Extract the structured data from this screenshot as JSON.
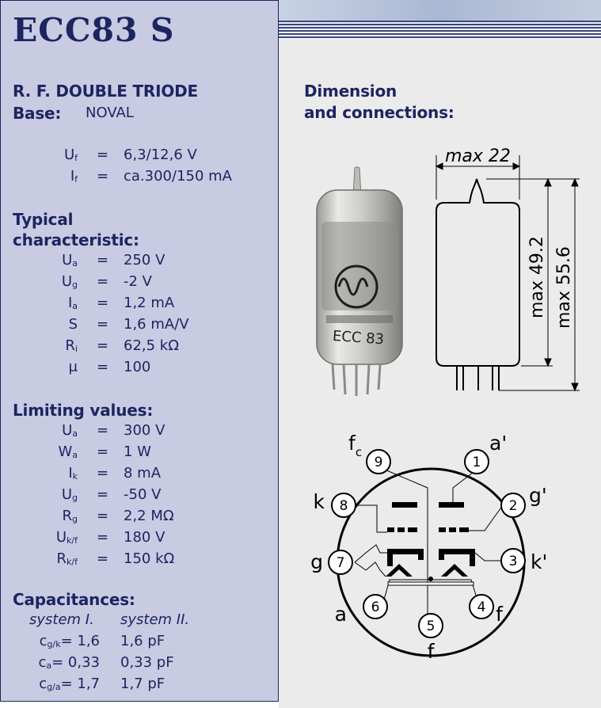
{
  "title": "ECC83 S",
  "subtitle": "R. F. DOUBLE TRIODE",
  "base": {
    "label": "Base:",
    "value": "NOVAL"
  },
  "heater": [
    {
      "sym": "U",
      "sub": "f",
      "eq": "=",
      "value": "6,3/12,6 V"
    },
    {
      "sym": "I",
      "sub": "f",
      "eq": "=",
      "value": "ca.300/150 mA"
    }
  ],
  "typical": {
    "heading_line1": "Typical",
    "heading_line2": "characteristic:",
    "rows": [
      {
        "sym": "U",
        "sub": "a",
        "eq": "=",
        "value": "250 V"
      },
      {
        "sym": "U",
        "sub": "g",
        "eq": "=",
        "value": "-2 V"
      },
      {
        "sym": "I",
        "sub": "a",
        "eq": "=",
        "value": "1,2 mA"
      },
      {
        "sym": "S",
        "sub": "",
        "eq": "=",
        "value": "1,6 mA/V"
      },
      {
        "sym": "R",
        "sub": "i",
        "eq": "=",
        "value": "62,5 kΩ"
      },
      {
        "sym": "μ",
        "sub": "",
        "eq": "=",
        "value": "100"
      }
    ]
  },
  "limiting": {
    "heading": "Limiting values:",
    "rows": [
      {
        "sym": "U",
        "sub": "a",
        "eq": "=",
        "value": "300 V"
      },
      {
        "sym": "W",
        "sub": "a",
        "eq": "=",
        "value": "1 W"
      },
      {
        "sym": "I",
        "sub": "k",
        "eq": "=",
        "value": "8 mA"
      },
      {
        "sym": "U",
        "sub": "g",
        "eq": "=",
        "value": "-50 V"
      },
      {
        "sym": "R",
        "sub": "g",
        "eq": "=",
        "value": "2,2 MΩ"
      },
      {
        "sym": "U",
        "sub": "k/f",
        "eq": "=",
        "value": "180 V"
      },
      {
        "sym": "R",
        "sub": "k/f",
        "eq": "=",
        "value": "150 kΩ"
      }
    ]
  },
  "capacitances": {
    "heading": "Capacitances:",
    "system1": "system I.",
    "system2": "system II.",
    "rows": [
      {
        "sym": "c",
        "sub": "g/k",
        "v1": "= 1,6",
        "v2": "1,6 pF"
      },
      {
        "sym": "c",
        "sub": "a",
        "v1": "= 0,33",
        "v2": "0,33 pF"
      },
      {
        "sym": "c",
        "sub": "g/a",
        "v1": "= 1,7",
        "v2": "1,7 pF"
      }
    ]
  },
  "dimension": {
    "heading_line1": "Dimension",
    "heading_line2": "and connections:",
    "width_label": "max 22",
    "height1_label": "max 49.2",
    "height2_label": "max 55.6",
    "tube_print": "ECC 83"
  },
  "pins": [
    {
      "num": "1",
      "label": "a'"
    },
    {
      "num": "2",
      "label": "g'"
    },
    {
      "num": "3",
      "label": "k'"
    },
    {
      "num": "4",
      "label": "f"
    },
    {
      "num": "5",
      "label": "f"
    },
    {
      "num": "6",
      "label": "a"
    },
    {
      "num": "7",
      "label": "g"
    },
    {
      "num": "8",
      "label": "k"
    },
    {
      "num": "9",
      "label": "f",
      "label_sub": "c"
    }
  ],
  "colors": {
    "navy": "#1d2560",
    "panel": "#c9cbe3"
  }
}
